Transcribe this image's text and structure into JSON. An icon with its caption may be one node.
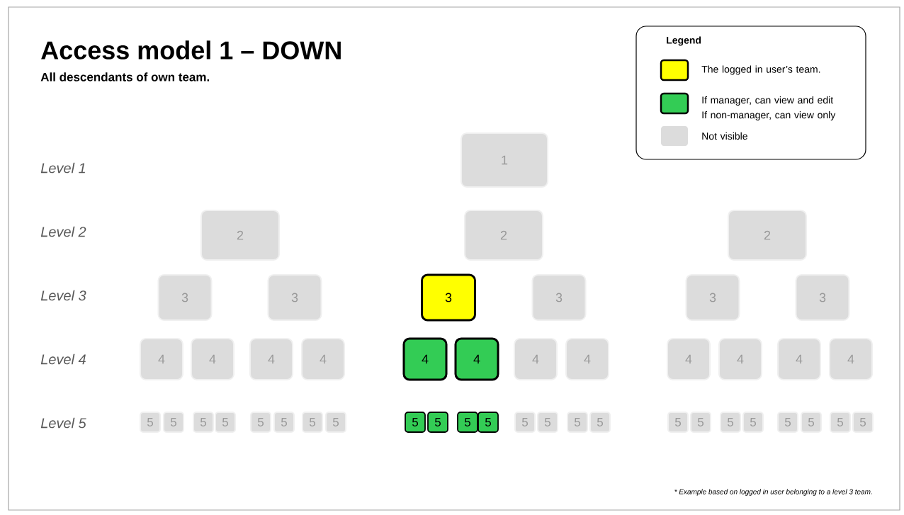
{
  "diagram": {
    "title": "Access model 1 – DOWN",
    "nodes": [
      {
        "text": [
          "1"
        ]
      },
      {
        "text": [
          "2"
        ]
      },
      {
        "text": [
          "2"
        ]
      },
      {
        "text": [
          "2"
        ]
      },
      {
        "text": [
          "3"
        ]
      },
      {
        "text": [
          "3"
        ]
      },
      {
        "text": [
          "3"
        ]
      },
      {
        "text": [
          "3"
        ]
      },
      {
        "text": [
          "3"
        ]
      },
      {
        "text": [
          "3"
        ]
      },
      {
        "text": [
          "4"
        ]
      },
      {
        "text": [
          "4"
        ]
      },
      {
        "text": [
          "4"
        ]
      },
      {
        "text": [
          "4"
        ]
      },
      {
        "text": [
          "4"
        ]
      },
      {
        "text": [
          "4"
        ]
      },
      {
        "text": [
          "4"
        ]
      },
      {
        "text": [
          "4"
        ]
      },
      {
        "text": [
          "4"
        ]
      },
      {
        "text": [
          "4"
        ]
      },
      {
        "text": [
          "4"
        ]
      },
      {
        "text": [
          "4"
        ]
      },
      {
        "text": [
          "5"
        ]
      },
      {
        "text": [
          "5"
        ]
      },
      {
        "text": [
          "5"
        ]
      },
      {
        "text": [
          "5"
        ]
      },
      {
        "text": [
          "5"
        ]
      },
      {
        "text": [
          "5"
        ]
      },
      {
        "text": [
          "5"
        ]
      },
      {
        "text": [
          "5"
        ]
      },
      {
        "text": [
          "5"
        ]
      },
      {
        "text": [
          "5"
        ]
      },
      {
        "text": [
          "5"
        ]
      },
      {
        "text": [
          "5"
        ]
      },
      {
        "text": [
          "5"
        ]
      },
      {
        "text": [
          "5"
        ]
      },
      {
        "text": [
          "5"
        ]
      },
      {
        "text": [
          "5"
        ]
      },
      {
        "text": [
          "5"
        ]
      },
      {
        "text": [
          "5"
        ]
      },
      {
        "text": [
          "5"
        ]
      },
      {
        "text": [
          "5"
        ]
      },
      {
        "text": [
          "5"
        ]
      },
      {
        "text": [
          "5"
        ]
      },
      {
        "text": [
          "5"
        ]
      },
      {
        "text": [
          "5"
        ]
      }
    ],
    "labels": [
      "All descendants of own team.",
      "Legend",
      "Level 1",
      "Level 2",
      "Level 3",
      "Level 4",
      "Level 5",
      "* Example based on logged in user belonging to a level 3 team."
    ],
    "legend": [
      {
        "text": "The logged in user’s team.",
        "color": "#ffff00"
      },
      {
        "text": "If manager, can view and edit If non-manager, can view only",
        "color": "#33cc55"
      },
      {
        "text": "Not visible",
        "color": "#dcdcdc"
      }
    ]
  }
}
